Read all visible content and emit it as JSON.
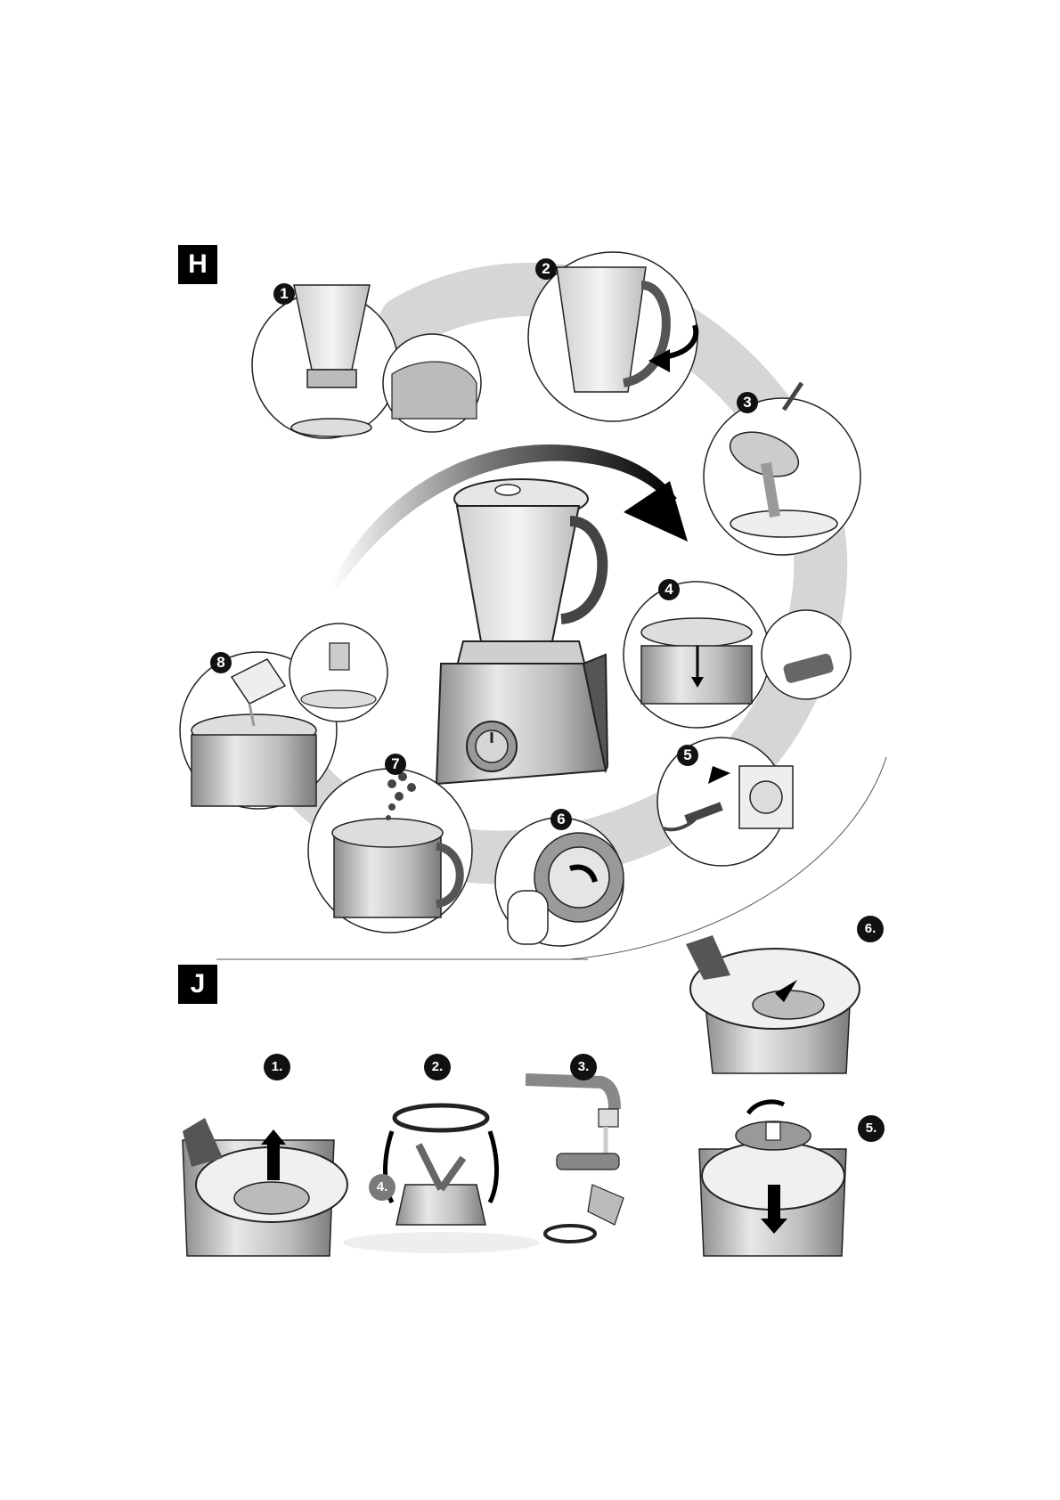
{
  "sections": {
    "h": {
      "label": "H",
      "steps": [
        "1",
        "2",
        "3",
        "4",
        "5",
        "6",
        "7",
        "8"
      ]
    },
    "j": {
      "label": "J",
      "steps": [
        "1.",
        "2.",
        "3.",
        "4.",
        "5.",
        "6."
      ]
    }
  },
  "colors": {
    "ink": "#111111",
    "panel": "#d9d9d9",
    "flow_arrow": "#c9c9c9",
    "metal": "#b8b8b8"
  },
  "icons": [
    "blender-icon",
    "jug-icon",
    "ladle-icon",
    "plug-icon",
    "socket-icon",
    "dial-icon",
    "blade-icon",
    "tap-icon",
    "brush-icon"
  ]
}
